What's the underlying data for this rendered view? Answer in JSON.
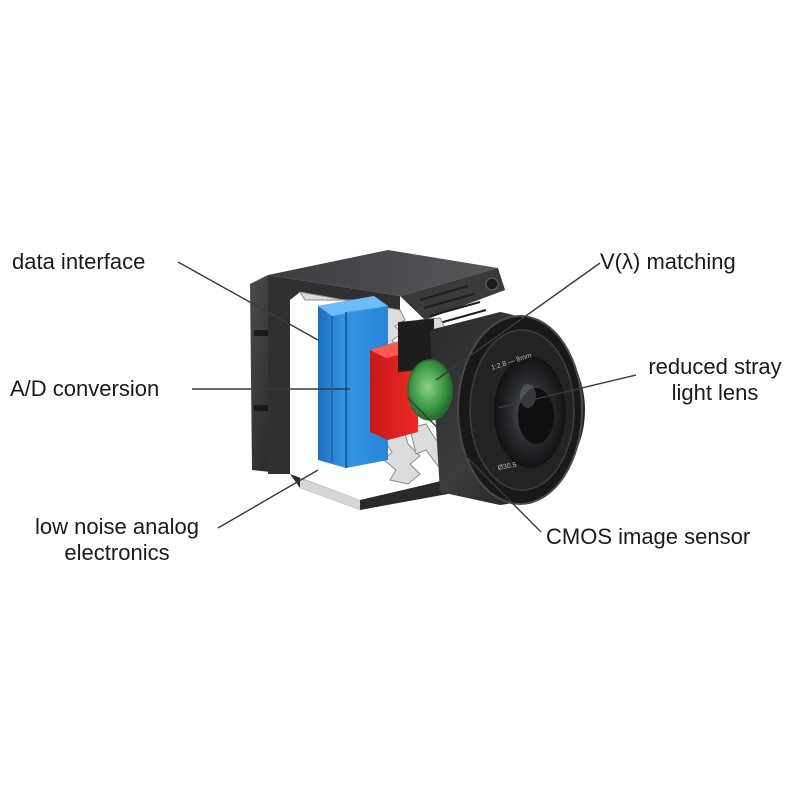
{
  "labels": {
    "data_interface": "data interface",
    "ad_conversion": "A/D conversion",
    "low_noise_line1": "low noise analog",
    "low_noise_line2": "electronics",
    "v_lambda": "V(λ) matching",
    "stray_light_line1": "reduced stray",
    "stray_light_line2": "light lens",
    "cmos": "CMOS image sensor"
  },
  "lens_engraving": {
    "top": "1:2.8 — 8mm",
    "bottom": "Ø30.5"
  },
  "colors": {
    "housing": "#2b2b2d",
    "housing_light": "#4a4a4d",
    "pcb_blue": "#2f8fe0",
    "pcb_red": "#e0201e",
    "sensor_green": "#3fa84a",
    "cut_metal": "#d9d9d9",
    "lens_dark": "#1c1c1e"
  }
}
